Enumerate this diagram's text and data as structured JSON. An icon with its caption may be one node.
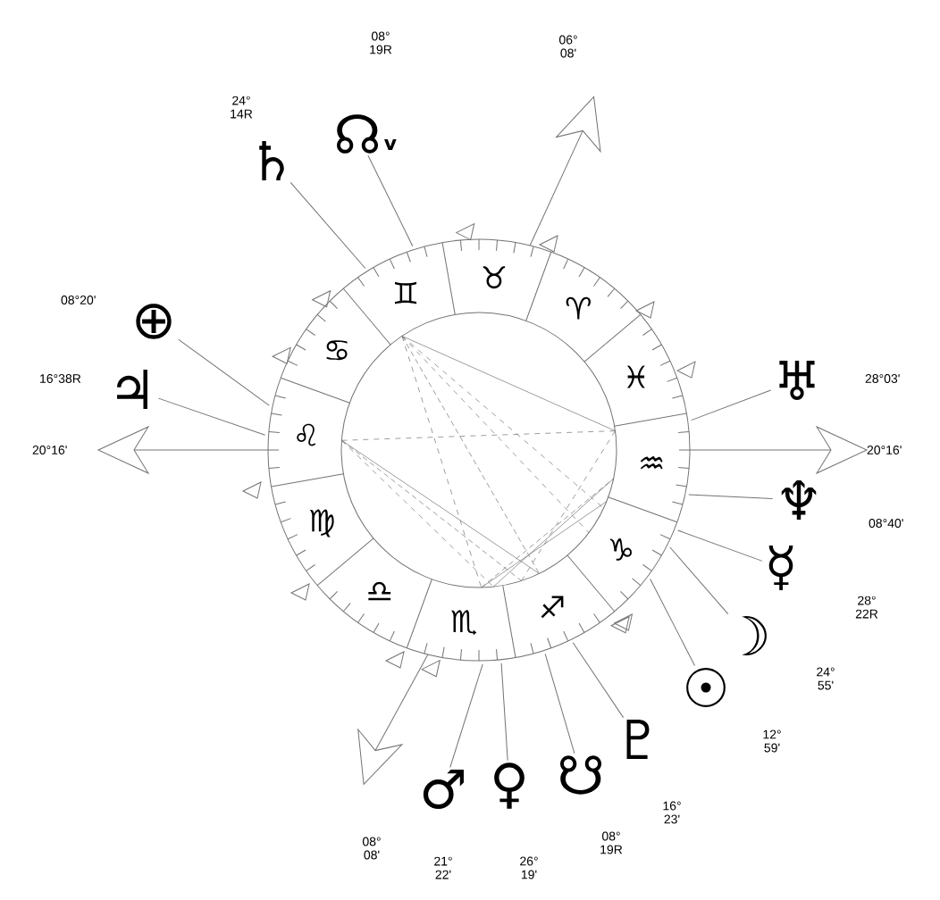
{
  "diagram": {
    "nodes": [
      {
        "text": [
          "☊",
          "v"
        ],
        "beside": [
          "08° 19R"
        ]
      },
      {
        "text": [
          "♄"
        ],
        "beside": [
          "24° 14R"
        ]
      },
      {
        "text": [
          "⊕"
        ],
        "beside": [
          "08°20'"
        ]
      },
      {
        "text": [
          "♃"
        ],
        "beside": [
          "16°38R"
        ]
      },
      {
        "text": [
          "♅"
        ],
        "beside": [
          "28°03'"
        ]
      },
      {
        "text": [
          "♆"
        ],
        "beside": [
          "08°40'"
        ]
      },
      {
        "text": [
          "☿"
        ],
        "beside": [
          "28° 22R"
        ]
      },
      {
        "text": [
          "☽"
        ],
        "beside": [
          "24° 55'"
        ]
      },
      {
        "text": [
          "☉"
        ],
        "beside": [
          "12° 59'"
        ]
      },
      {
        "text": [
          "♇"
        ],
        "beside": [
          "16° 23'"
        ]
      },
      {
        "text": [
          "☋"
        ],
        "beside": [
          "08° 19R"
        ]
      },
      {
        "text": [
          "♀"
        ],
        "beside": [
          "26° 19'"
        ]
      },
      {
        "text": [
          "♂"
        ],
        "beside": [
          "21° 22'"
        ]
      }
    ],
    "edges": [
      {
        "from": 0,
        "to": null,
        "arrow": "none"
      },
      {
        "from": 1,
        "to": null,
        "arrow": "none"
      },
      {
        "from": 2,
        "to": null,
        "arrow": "none"
      },
      {
        "from": 3,
        "to": null,
        "arrow": "none"
      },
      {
        "from": 4,
        "to": null,
        "arrow": "none"
      },
      {
        "from": 5,
        "to": null,
        "arrow": "none"
      },
      {
        "from": 6,
        "to": null,
        "arrow": "none"
      },
      {
        "from": 7,
        "to": null,
        "arrow": "none"
      },
      {
        "from": 8,
        "to": null,
        "arrow": "none"
      },
      {
        "from": 9,
        "to": null,
        "arrow": "none"
      },
      {
        "from": 10,
        "to": null,
        "arrow": "none"
      },
      {
        "from": 11,
        "to": null,
        "arrow": "none"
      },
      {
        "from": 12,
        "to": null,
        "arrow": "none"
      }
    ],
    "labels": [
      "♈",
      "♉",
      "♊",
      "♋",
      "♌",
      "♍",
      "♎",
      "♏",
      "♐",
      "♑",
      "♒",
      "♓",
      "06° 08'",
      "20°16'",
      "20°16'",
      "08° 08'"
    ]
  }
}
